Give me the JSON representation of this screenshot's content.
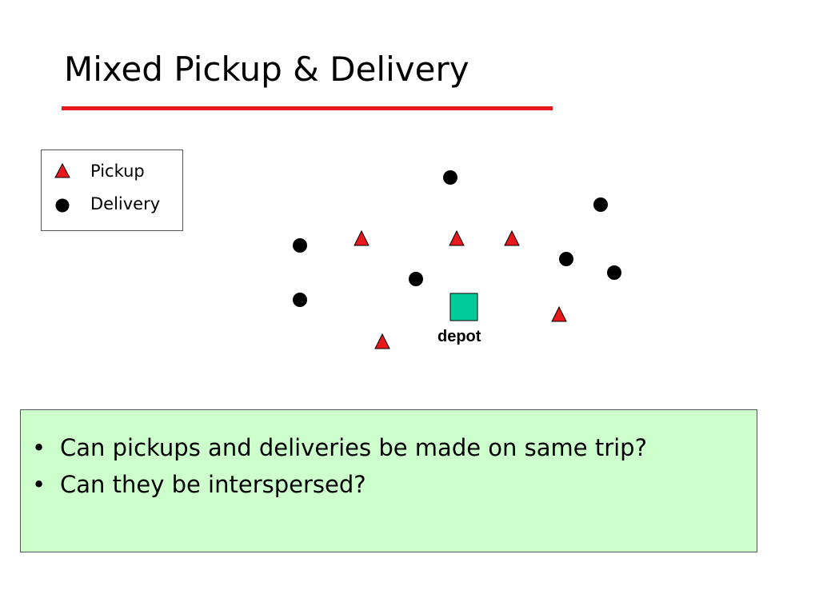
{
  "slide": {
    "title": "Mixed Pickup & Delivery"
  },
  "legend": {
    "items": [
      {
        "symbol": "triangle",
        "label": "Pickup"
      },
      {
        "symbol": "circle",
        "label": "Delivery"
      }
    ]
  },
  "diagram": {
    "depot_label": "depot",
    "colors": {
      "pickup": "#e8191c",
      "delivery": "#000000",
      "depot": "#00cc99",
      "title_rule": "#e8191c",
      "notes_background": "#ccffcc"
    }
  },
  "notes": {
    "bullets": [
      "Can pickups and deliveries be made on same trip?",
      "Can they be interspersed?"
    ]
  }
}
